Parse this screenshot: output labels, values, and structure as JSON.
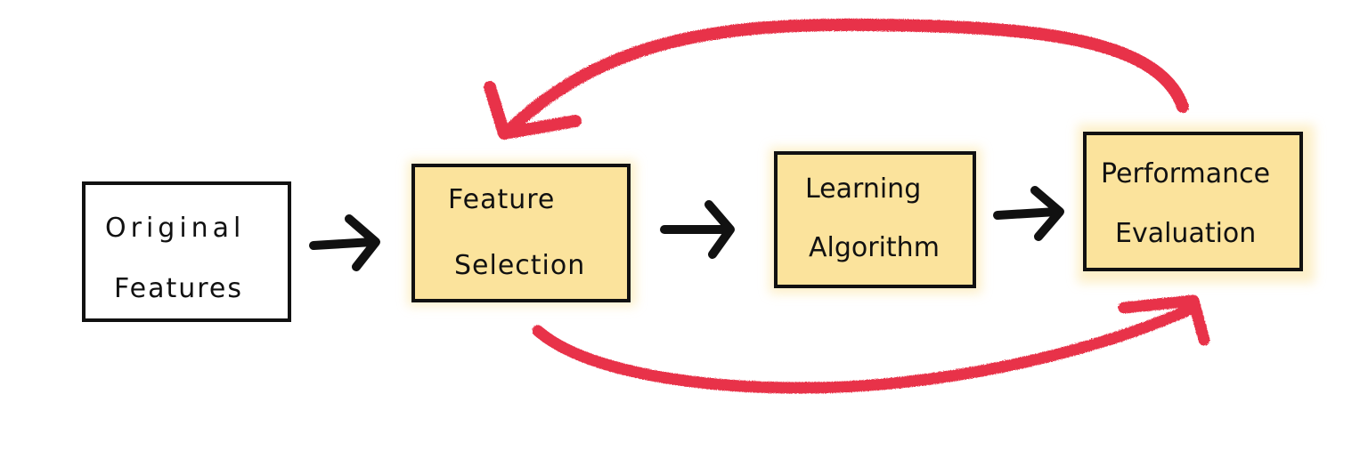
{
  "diagram": {
    "nodes": [
      {
        "id": "original-features",
        "lines": [
          "Original",
          "Features"
        ],
        "highlighted": false
      },
      {
        "id": "feature-selection",
        "lines": [
          "Feature",
          "Selection"
        ],
        "highlighted": true
      },
      {
        "id": "learning-algorithm",
        "lines": [
          "Learning",
          "Algorithm"
        ],
        "highlighted": true
      },
      {
        "id": "performance-evaluation",
        "lines": [
          "Performance",
          "Evaluation"
        ],
        "highlighted": true
      }
    ],
    "edges": [
      {
        "from": "original-features",
        "to": "feature-selection",
        "style": "black-arrow"
      },
      {
        "from": "feature-selection",
        "to": "learning-algorithm",
        "style": "black-arrow"
      },
      {
        "from": "learning-algorithm",
        "to": "performance-evaluation",
        "style": "black-arrow"
      },
      {
        "from": "performance-evaluation",
        "to": "feature-selection",
        "style": "red-curved-arrow",
        "route": "over-top"
      },
      {
        "from": "feature-selection",
        "to": "performance-evaluation",
        "style": "red-curved-arrow",
        "route": "under-bottom"
      }
    ]
  },
  "colors": {
    "background": "#ffffff",
    "box_fill_highlight": "#fbe39c",
    "box_fill_plain": "#ffffff",
    "box_border": "#111111",
    "text": "#111111",
    "black_arrow": "#111111",
    "red_arrow": "#e8334a"
  }
}
